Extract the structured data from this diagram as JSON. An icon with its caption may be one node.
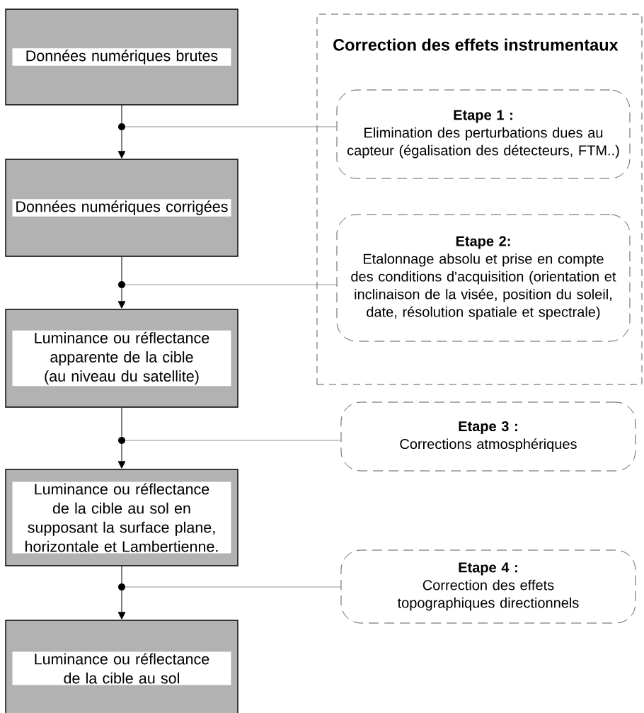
{
  "diagram": {
    "nodes": [
      {
        "text": [
          "Données numériques brutes"
        ]
      },
      {
        "text": [
          "Données numériques corrigées"
        ]
      },
      {
        "text": [
          "Luminance ou réflectance apparente de la cible (au niveau du satellite)"
        ]
      },
      {
        "text": [
          "Luminance ou réflectance de la cible au sol en supposant la surface plane, horizontale et Lambertienne."
        ]
      },
      {
        "text": [
          "Luminance ou réflectance de la cible au sol"
        ]
      },
      {
        "text": [
          "Correction des effets instrumentaux"
        ]
      },
      {
        "text": [
          "Etape 1 :",
          "Elimination des perturbations dues au capteur (égalisation des détecteurs, FTM..)"
        ],
        "in": 5
      },
      {
        "text": [
          "Etape 2:",
          "Etalonnage absolu et prise en compte des conditions d'acquisition (orientation et inclinaison de la visée, position du soleil, date, résolution spatiale et spectrale)"
        ],
        "in": 5
      },
      {
        "text": [
          "Etape 3 :",
          "Corrections atmosphériques"
        ]
      },
      {
        "text": [
          "Etape 4 :",
          "Correction des effets topographiques directionnels"
        ]
      },
      {
        "text": [],
        "shape": "circle"
      },
      {
        "text": [],
        "shape": "circle"
      },
      {
        "text": [],
        "shape": "circle"
      },
      {
        "text": [],
        "shape": "circle"
      }
    ],
    "edges": [
      {
        "from": 0,
        "to": 10,
        "arrow": "none"
      },
      {
        "from": 10,
        "to": 1,
        "arrow": "to"
      },
      {
        "from": 1,
        "to": 11,
        "arrow": "none"
      },
      {
        "from": 11,
        "to": 2,
        "arrow": "to"
      },
      {
        "from": 2,
        "to": 12,
        "arrow": "none"
      },
      {
        "from": 12,
        "to": 3,
        "arrow": "to"
      },
      {
        "from": 3,
        "to": 13,
        "arrow": "none"
      },
      {
        "from": 13,
        "to": 4,
        "arrow": "to"
      },
      {
        "from": 6,
        "to": 10,
        "arrow": "none",
        "color": "#777777"
      },
      {
        "from": 7,
        "to": 11,
        "arrow": "none",
        "color": "#777777"
      },
      {
        "from": 8,
        "to": 12,
        "arrow": "none",
        "color": "#777777"
      },
      {
        "from": 9,
        "to": 13,
        "arrow": "none",
        "color": "#777777"
      }
    ]
  }
}
